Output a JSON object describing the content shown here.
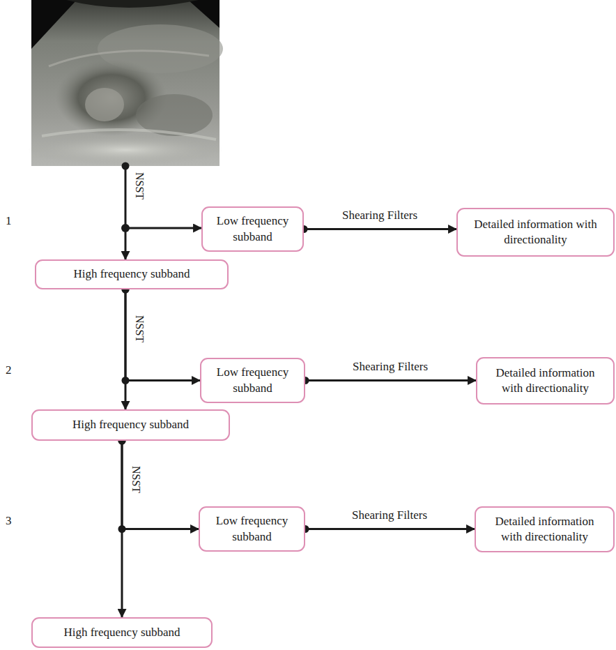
{
  "diagram": {
    "nodes": [
      {
        "text": [
          "Low frequency subband"
        ]
      },
      {
        "text": [
          "Detailed information with directionality"
        ]
      },
      {
        "text": [
          "High frequency subband"
        ]
      },
      {
        "text": [
          "Low frequency subband"
        ]
      },
      {
        "text": [
          "Detailed information with directionality"
        ]
      },
      {
        "text": [
          "High frequency subband"
        ]
      },
      {
        "text": [
          "Low frequency subband"
        ]
      },
      {
        "text": [
          "Detailed information with directionality"
        ]
      },
      {
        "text": [
          "High frequency subband"
        ]
      }
    ],
    "edges": [
      {
        "from": 0,
        "to": 1,
        "arrow": "to",
        "label": "Shearing Filters"
      },
      {
        "from": 2,
        "to": 3,
        "arrow": "to"
      },
      {
        "from": 2,
        "to": 5,
        "arrow": "to"
      },
      {
        "from": 3,
        "to": 4,
        "arrow": "to",
        "label": "Shearing Filters"
      },
      {
        "from": 5,
        "to": 6,
        "arrow": "to"
      },
      {
        "from": 5,
        "to": 8,
        "arrow": "to"
      },
      {
        "from": 6,
        "to": 7,
        "arrow": "to",
        "label": "Shearing Filters"
      }
    ],
    "labels": [
      "NSST",
      "1",
      "NSST",
      "2",
      "NSST",
      "3"
    ]
  }
}
